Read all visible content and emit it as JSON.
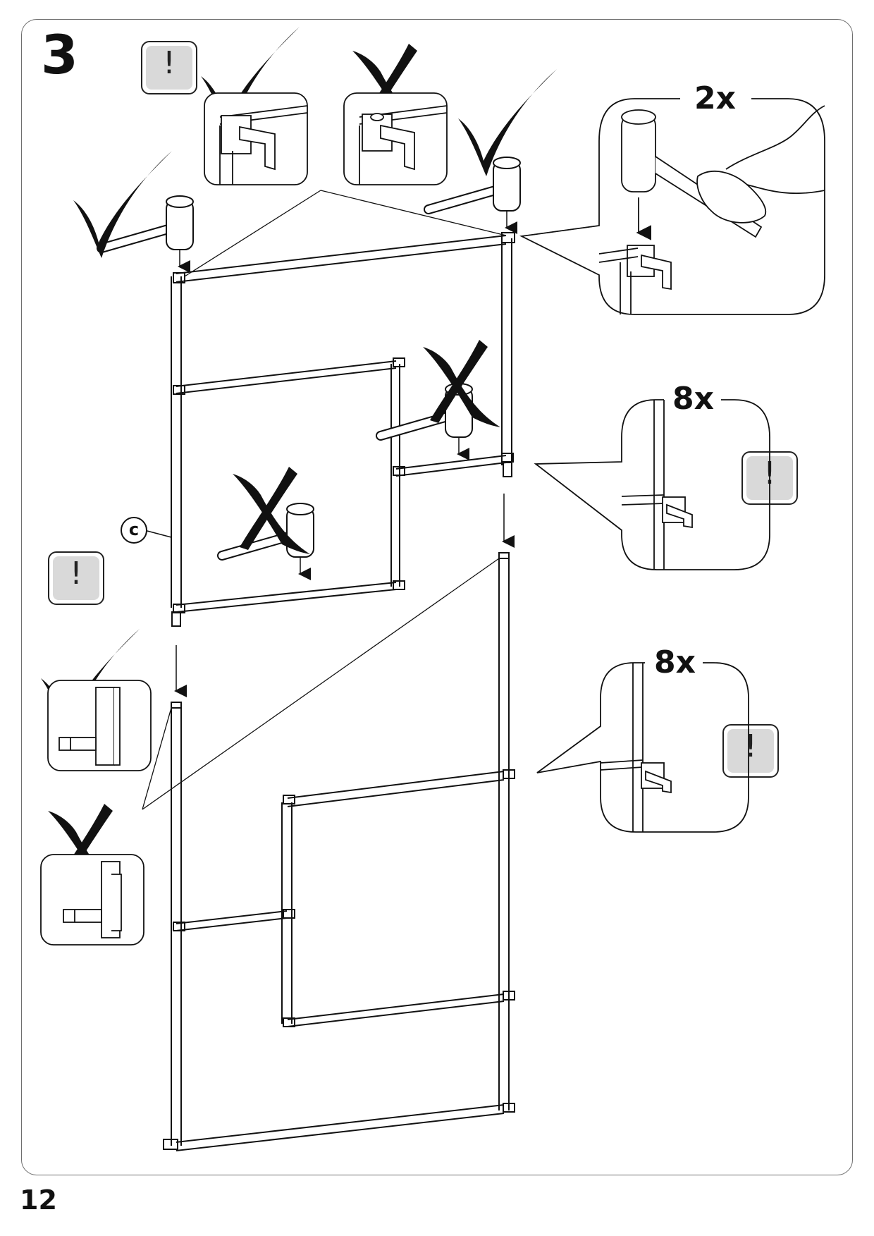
{
  "step": {
    "number": "3"
  },
  "page": {
    "number": "12"
  },
  "callouts": {
    "top_right_count": "2x",
    "middle_right_count": "8x",
    "lower_right_count": "8x"
  },
  "part_label": "c",
  "icons": {
    "warning": "exclamation-warning-icon",
    "correct": "checkmark-icon",
    "incorrect": "cross-icon",
    "tool": "rubber-mallet-icon"
  },
  "colors": {
    "line": "#111111",
    "frame": "#6e6e6e",
    "icon_fill": "#d9d9d9"
  }
}
